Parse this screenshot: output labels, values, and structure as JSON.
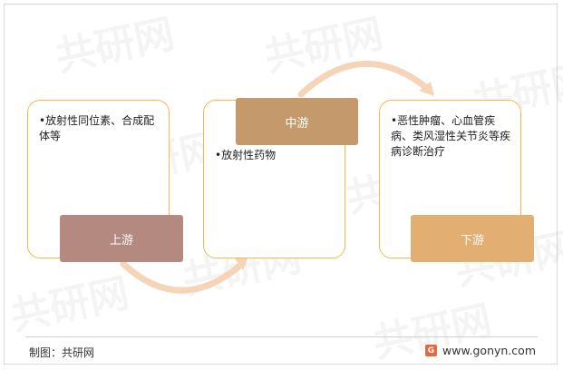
{
  "watermark_text": "共研网",
  "stages": [
    {
      "label": "上游",
      "text": "•放射性同位素、合成配体等",
      "tag_color": "#b48a80"
    },
    {
      "label": "中游",
      "text": "•放射性药物",
      "tag_color": "#c49a6c"
    },
    {
      "label": "下游",
      "text": "•恶性肿瘤、心血管疾病、类风湿性关节炎等疾病诊断治疗",
      "tag_color": "#e3ae72"
    }
  ],
  "colors": {
    "card_border": "#f4b94a",
    "arrow": "#f5d4b8"
  },
  "footer": {
    "source": "制图：共研网",
    "website": "www.gonyn.com"
  }
}
